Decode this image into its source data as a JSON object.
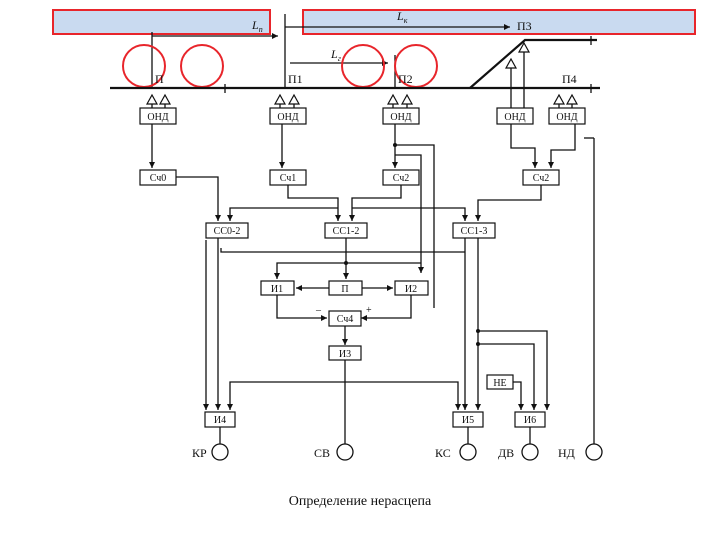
{
  "caption": "Определение нерасцепа",
  "dimensions": {
    "left": "L",
    "left_sub": "п",
    "right": "L",
    "right_sub": "к",
    "mid": "L",
    "mid_sub": "г"
  },
  "sensors": {
    "p": "П",
    "p1": "П1",
    "p2": "П2",
    "p3": "П3",
    "p4": "П4"
  },
  "blocks": {
    "ond": "ОНД",
    "sch0": "Сч0",
    "sch1": "Сч1",
    "sch2": "Сч2",
    "sch3": "Сч2",
    "ss02": "СС0-2",
    "ss12": "СС1-2",
    "ss13": "СС1-3",
    "i1": "И1",
    "p": "П",
    "i2": "И2",
    "sch4": "Сч4",
    "i3": "И3",
    "ne": "НЕ",
    "i4": "И4",
    "i5": "И5",
    "i6": "И6"
  },
  "signs": {
    "minus": "–",
    "plus": "+"
  },
  "outputs": {
    "kr": "КР",
    "sv": "СВ",
    "ks": "КС",
    "dv": "ДВ",
    "nd": "НД"
  },
  "colors": {
    "highlight": "#e8252b",
    "highlight_fill": "#c9daf0"
  }
}
